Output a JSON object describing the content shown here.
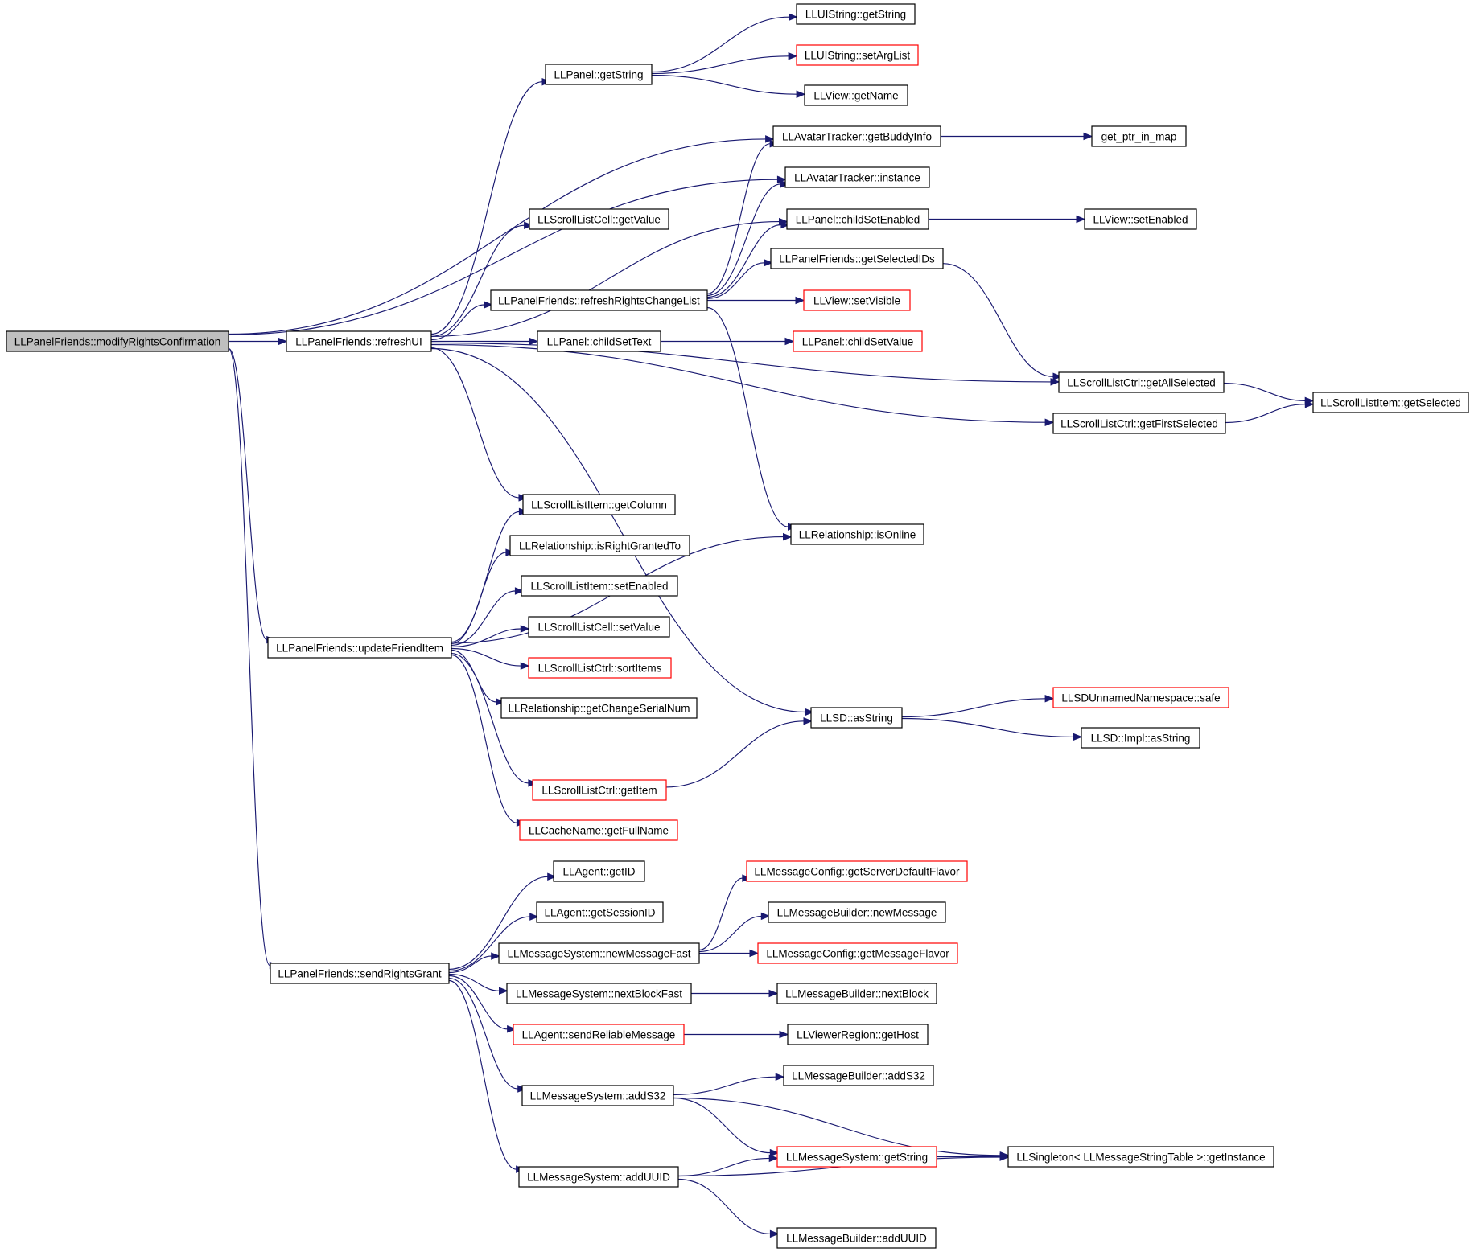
{
  "diagram": {
    "colors": {
      "edge": "#191970",
      "node_border": "#000000",
      "node_border_incomplete": "#ff0000",
      "root_fill": "#bfbfbf",
      "node_fill": "#ffffff"
    },
    "nodes": [
      {
        "id": "modifyRightsConfirmation",
        "label": "LLPanelFriends::modifyRightsConfirmation",
        "root": true
      },
      {
        "id": "refreshUI",
        "label": "LLPanelFriends::refreshUI"
      },
      {
        "id": "updateFriendItem",
        "label": "LLPanelFriends::updateFriendItem"
      },
      {
        "id": "sendRightsGrant",
        "label": "LLPanelFriends::sendRightsGrant"
      },
      {
        "id": "panelGetString",
        "label": "LLPanel::getString"
      },
      {
        "id": "uiStringGetString",
        "label": "LLUIString::getString"
      },
      {
        "id": "uiStringSetArgList",
        "label": "LLUIString::setArgList",
        "incomplete": true
      },
      {
        "id": "viewGetName",
        "label": "LLView::getName"
      },
      {
        "id": "getBuddyInfo",
        "label": "LLAvatarTracker::getBuddyInfo"
      },
      {
        "id": "getPtrInMap",
        "label": "get_ptr_in_map"
      },
      {
        "id": "avatarTrackerInstance",
        "label": "LLAvatarTracker::instance"
      },
      {
        "id": "cellGetValue",
        "label": "LLScrollListCell::getValue"
      },
      {
        "id": "childSetEnabled",
        "label": "LLPanel::childSetEnabled"
      },
      {
        "id": "viewSetEnabled",
        "label": "LLView::setEnabled"
      },
      {
        "id": "getSelectedIDs",
        "label": "LLPanelFriends::getSelectedIDs"
      },
      {
        "id": "refreshRightsChangeList",
        "label": "LLPanelFriends::refreshRightsChangeList"
      },
      {
        "id": "viewSetVisible",
        "label": "LLView::setVisible",
        "incomplete": true
      },
      {
        "id": "childSetText",
        "label": "LLPanel::childSetText"
      },
      {
        "id": "childSetValue",
        "label": "LLPanel::childSetValue",
        "incomplete": true
      },
      {
        "id": "getAllSelected",
        "label": "LLScrollListCtrl::getAllSelected"
      },
      {
        "id": "itemGetSelected",
        "label": "LLScrollListItem::getSelected"
      },
      {
        "id": "getFirstSelected",
        "label": "LLScrollListCtrl::getFirstSelected"
      },
      {
        "id": "itemGetColumn",
        "label": "LLScrollListItem::getColumn"
      },
      {
        "id": "isOnline",
        "label": "LLRelationship::isOnline"
      },
      {
        "id": "isRightGrantedTo",
        "label": "LLRelationship::isRightGrantedTo"
      },
      {
        "id": "itemSetEnabled",
        "label": "LLScrollListItem::setEnabled"
      },
      {
        "id": "cellSetValue",
        "label": "LLScrollListCell::setValue"
      },
      {
        "id": "sortItems",
        "label": "LLScrollListCtrl::sortItems",
        "incomplete": true
      },
      {
        "id": "getChangeSerialNum",
        "label": "LLRelationship::getChangeSerialNum"
      },
      {
        "id": "llsdAsString",
        "label": "LLSD::asString"
      },
      {
        "id": "unnamedSafe",
        "label": "LLSDUnnamedNamespace::safe",
        "incomplete": true
      },
      {
        "id": "implAsString",
        "label": "LLSD::Impl::asString"
      },
      {
        "id": "ctrlGetItem",
        "label": "LLScrollListCtrl::getItem",
        "incomplete": true
      },
      {
        "id": "getFullName",
        "label": "LLCacheName::getFullName",
        "incomplete": true
      },
      {
        "id": "agentGetID",
        "label": "LLAgent::getID"
      },
      {
        "id": "getServerDefaultFlavor",
        "label": "LLMessageConfig::getServerDefaultFlavor",
        "incomplete": true
      },
      {
        "id": "agentGetSessionID",
        "label": "LLAgent::getSessionID"
      },
      {
        "id": "builderNewMessage",
        "label": "LLMessageBuilder::newMessage"
      },
      {
        "id": "newMessageFast",
        "label": "LLMessageSystem::newMessageFast"
      },
      {
        "id": "getMessageFlavor",
        "label": "LLMessageConfig::getMessageFlavor",
        "incomplete": true
      },
      {
        "id": "nextBlockFast",
        "label": "LLMessageSystem::nextBlockFast"
      },
      {
        "id": "builderNextBlock",
        "label": "LLMessageBuilder::nextBlock"
      },
      {
        "id": "sendReliableMessage",
        "label": "LLAgent::sendReliableMessage",
        "incomplete": true
      },
      {
        "id": "regionGetHost",
        "label": "LLViewerRegion::getHost"
      },
      {
        "id": "builderAddS32",
        "label": "LLMessageBuilder::addS32"
      },
      {
        "id": "msgAddS32",
        "label": "LLMessageSystem::addS32"
      },
      {
        "id": "msgGetString",
        "label": "LLMessageSystem::getString",
        "incomplete": true
      },
      {
        "id": "singletonGetInstance",
        "label": "LLSingleton< LLMessageStringTable >::getInstance"
      },
      {
        "id": "msgAddUUID",
        "label": "LLMessageSystem::addUUID"
      },
      {
        "id": "builderAddUUID",
        "label": "LLMessageBuilder::addUUID"
      }
    ],
    "edges": [
      [
        "modifyRightsConfirmation",
        "refreshUI"
      ],
      [
        "modifyRightsConfirmation",
        "getBuddyInfo"
      ],
      [
        "modifyRightsConfirmation",
        "avatarTrackerInstance"
      ],
      [
        "modifyRightsConfirmation",
        "updateFriendItem"
      ],
      [
        "modifyRightsConfirmation",
        "sendRightsGrant"
      ],
      [
        "refreshUI",
        "panelGetString"
      ],
      [
        "refreshUI",
        "cellGetValue"
      ],
      [
        "refreshUI",
        "childSetEnabled"
      ],
      [
        "refreshUI",
        "refreshRightsChangeList"
      ],
      [
        "refreshUI",
        "childSetText"
      ],
      [
        "refreshUI",
        "getAllSelected"
      ],
      [
        "refreshUI",
        "getFirstSelected"
      ],
      [
        "refreshUI",
        "itemGetColumn"
      ],
      [
        "refreshUI",
        "llsdAsString"
      ],
      [
        "panelGetString",
        "uiStringGetString"
      ],
      [
        "panelGetString",
        "uiStringSetArgList"
      ],
      [
        "panelGetString",
        "viewGetName"
      ],
      [
        "getBuddyInfo",
        "getPtrInMap"
      ],
      [
        "childSetEnabled",
        "viewSetEnabled"
      ],
      [
        "getSelectedIDs",
        "getAllSelected"
      ],
      [
        "refreshRightsChangeList",
        "getBuddyInfo"
      ],
      [
        "refreshRightsChangeList",
        "avatarTrackerInstance"
      ],
      [
        "refreshRightsChangeList",
        "childSetEnabled"
      ],
      [
        "refreshRightsChangeList",
        "getSelectedIDs"
      ],
      [
        "refreshRightsChangeList",
        "viewSetVisible"
      ],
      [
        "refreshRightsChangeList",
        "isOnline"
      ],
      [
        "childSetText",
        "childSetValue"
      ],
      [
        "getAllSelected",
        "itemGetSelected"
      ],
      [
        "getFirstSelected",
        "itemGetSelected"
      ],
      [
        "updateFriendItem",
        "itemGetColumn"
      ],
      [
        "updateFriendItem",
        "isRightGrantedTo"
      ],
      [
        "updateFriendItem",
        "itemSetEnabled"
      ],
      [
        "updateFriendItem",
        "cellSetValue"
      ],
      [
        "updateFriendItem",
        "sortItems"
      ],
      [
        "updateFriendItem",
        "getChangeSerialNum"
      ],
      [
        "updateFriendItem",
        "isOnline"
      ],
      [
        "updateFriendItem",
        "ctrlGetItem"
      ],
      [
        "updateFriendItem",
        "getFullName"
      ],
      [
        "ctrlGetItem",
        "llsdAsString"
      ],
      [
        "llsdAsString",
        "unnamedSafe"
      ],
      [
        "llsdAsString",
        "implAsString"
      ],
      [
        "sendRightsGrant",
        "agentGetID"
      ],
      [
        "sendRightsGrant",
        "agentGetSessionID"
      ],
      [
        "sendRightsGrant",
        "newMessageFast"
      ],
      [
        "sendRightsGrant",
        "nextBlockFast"
      ],
      [
        "sendRightsGrant",
        "sendReliableMessage"
      ],
      [
        "sendRightsGrant",
        "msgAddS32"
      ],
      [
        "sendRightsGrant",
        "msgAddUUID"
      ],
      [
        "newMessageFast",
        "getServerDefaultFlavor"
      ],
      [
        "newMessageFast",
        "builderNewMessage"
      ],
      [
        "newMessageFast",
        "getMessageFlavor"
      ],
      [
        "nextBlockFast",
        "builderNextBlock"
      ],
      [
        "sendReliableMessage",
        "regionGetHost"
      ],
      [
        "msgAddS32",
        "builderAddS32"
      ],
      [
        "msgAddS32",
        "msgGetString"
      ],
      [
        "msgAddS32",
        "singletonGetInstance"
      ],
      [
        "msgGetString",
        "singletonGetInstance"
      ],
      [
        "msgAddUUID",
        "msgGetString"
      ],
      [
        "msgAddUUID",
        "singletonGetInstance"
      ],
      [
        "msgAddUUID",
        "builderAddUUID"
      ]
    ]
  }
}
